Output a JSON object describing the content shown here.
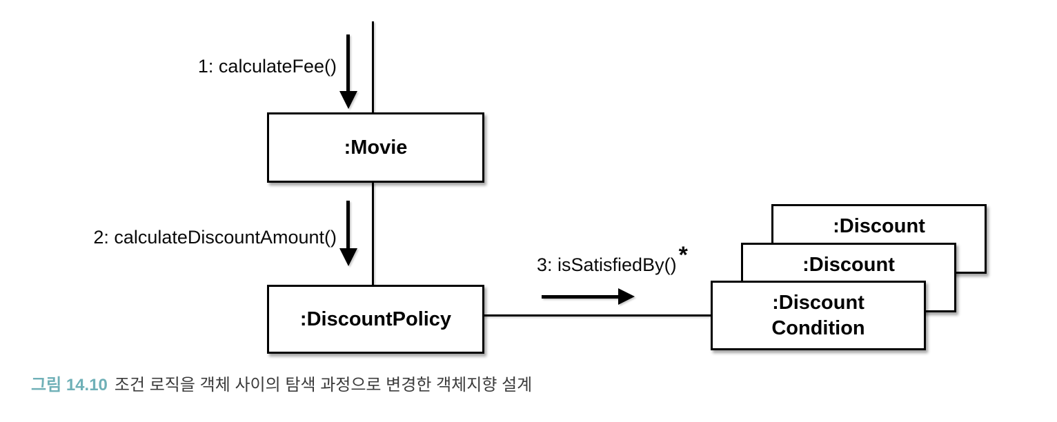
{
  "figure": {
    "caption": {
      "number": "그림 14.10",
      "text": "조건 로직을 객체 사이의 탐색 과정으로 변경한 객체지향 설계",
      "accent_color": "#6FB0B7",
      "text_color": "#3B3B3B"
    },
    "diagram": {
      "line_color": "#000000",
      "background_color": "#FFFFFF",
      "objects": {
        "movie": {
          "label": ":Movie"
        },
        "discount_policy": {
          "label": ":DiscountPolicy"
        },
        "discount_condition": {
          "label_line1": ":Discount",
          "label_line2": "Condition",
          "stack_count": 3
        }
      },
      "messages": {
        "m1": {
          "label": "1: calculateFee()"
        },
        "m2": {
          "label": "2: calculateDiscountAmount()"
        },
        "m3": {
          "label": "3: isSatisfiedBy()",
          "multiplicity": "*"
        }
      }
    }
  }
}
